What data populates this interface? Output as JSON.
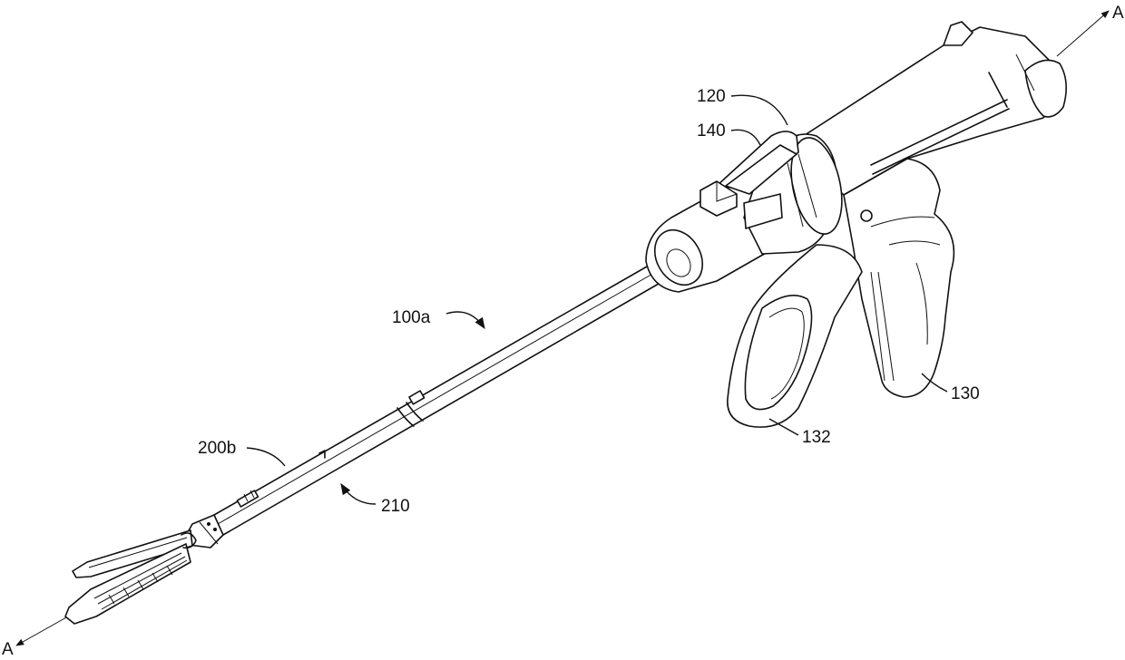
{
  "figure": {
    "axis_label_start": "A",
    "axis_label_end": "A",
    "labels": {
      "device": "100a",
      "loading_unit": "200b",
      "shaft": "210",
      "knob": "120",
      "button": "140",
      "fixed_handle": "130",
      "movable_handle": "132"
    }
  }
}
